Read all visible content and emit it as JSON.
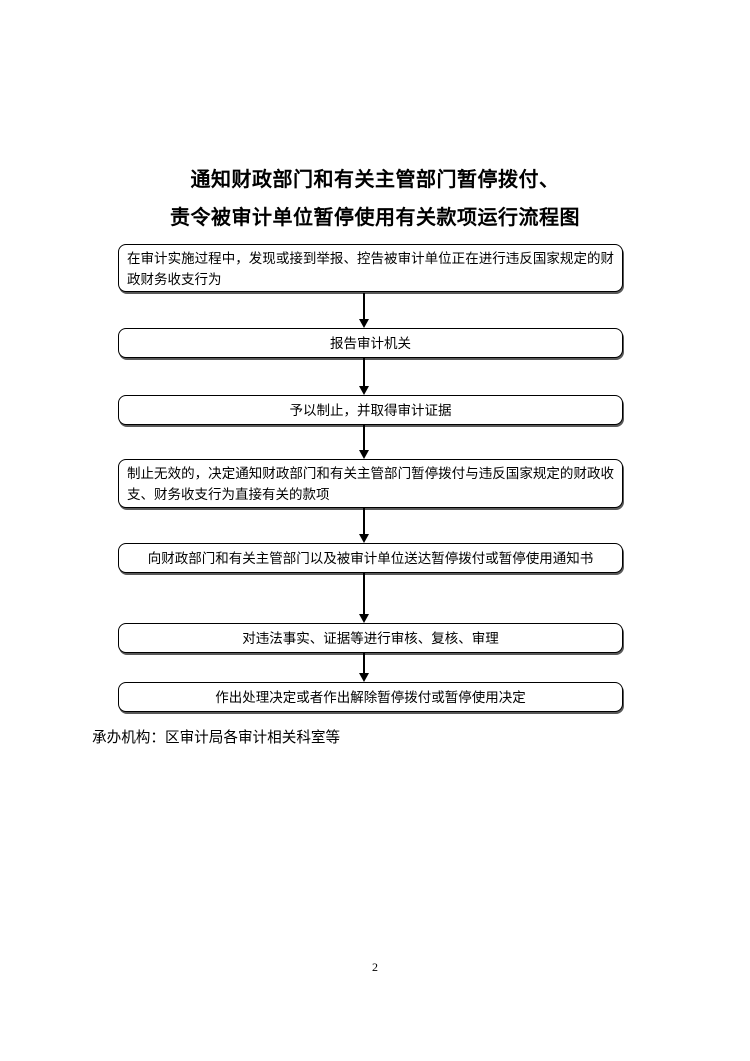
{
  "doc": {
    "title_line1": "通知财政部门和有关主管部门暂停拨付、",
    "title_line2": "责令被审计单位暂停使用有关款项运行流程图",
    "footer_note": "承办机构：区审计局各审计相关科室等",
    "page_number": "2"
  },
  "flowchart": {
    "connector_icon": "down-arrow-icon",
    "steps": [
      {
        "text": "在审计实施过程中，发现或接到举报、控告被审计单位正在进行违反国家规定的财政财务收支行为"
      },
      {
        "text": "报告审计机关"
      },
      {
        "text": "予以制止，并取得审计证据"
      },
      {
        "text": "制止无效的，决定通知财政部门和有关主管部门暂停拨付与违反国家规定的财政收支、财务收支行为直接有关的款项"
      },
      {
        "text": "向财政部门和有关主管部门以及被审计单位送达暂停拨付或暂停使用通知书"
      },
      {
        "text": "对违法事实、证据等进行审核、复核、审理"
      },
      {
        "text": "作出处理决定或者作出解除暂停拨付或暂停使用决定"
      }
    ]
  },
  "colors": {
    "ink": "#000000",
    "paper": "#ffffff"
  }
}
